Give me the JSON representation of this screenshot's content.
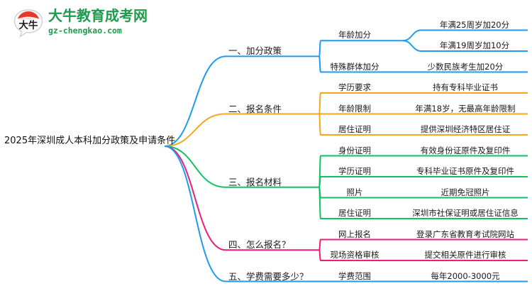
{
  "logo": {
    "mark_icon": "speech-bubble-logo-icon",
    "mark_text": "大牛",
    "title": "大牛教育成考网",
    "subtitle": "gz-chengkao.com",
    "brand_color": "#1e9b4c",
    "mark_accent_color": "#e8372c"
  },
  "mindmap": {
    "root": "2025年深圳成人本科加分政策及申请条件",
    "colors": {
      "blue": "#1f9bf0",
      "orange": "#f5a81c",
      "green": "#11c265",
      "pink": "#ed1e79"
    },
    "branches": [
      {
        "id": "jiafen-zhengce",
        "label": "一、加分政策",
        "color": "#1f9bf0",
        "children": [
          {
            "label": "年龄加分",
            "leaves": [
              "年满25周岁加20分",
              "年满19周岁加10分"
            ]
          },
          {
            "label": "特殊群体加分",
            "leaves": [
              "少数民族考生加20分"
            ]
          }
        ]
      },
      {
        "id": "baoming-tiaojian",
        "label": "二、报名条件",
        "color": "#f5a81c",
        "children": [
          {
            "label": "学历要求",
            "leaves": [
              "持有专科毕业证书"
            ]
          },
          {
            "label": "年龄限制",
            "leaves": [
              "年满18岁，无最高年龄限制"
            ]
          },
          {
            "label": "居住证明",
            "leaves": [
              "提供深圳经济特区居住证"
            ]
          }
        ]
      },
      {
        "id": "baoming-cailiao",
        "label": "三、报名材料",
        "color": "#11c265",
        "children": [
          {
            "label": "身份证明",
            "leaves": [
              "有效身份证原件及复印件"
            ]
          },
          {
            "label": "学历证明",
            "leaves": [
              "专科毕业证书原件及复印件"
            ]
          },
          {
            "label": "照片",
            "leaves": [
              "近期免冠照片"
            ]
          },
          {
            "label": "居住证明",
            "leaves": [
              "深圳市社保证明或居住证信息"
            ]
          }
        ]
      },
      {
        "id": "zenme-baoming",
        "label": "四、怎么报名？",
        "color": "#ed1e79",
        "children": [
          {
            "label": "网上报名",
            "leaves": [
              "登录广东省教育考试院网站"
            ]
          },
          {
            "label": "现场资格审核",
            "leaves": [
              "提交相关原件进行审核"
            ]
          }
        ]
      },
      {
        "id": "xuefei",
        "label": "五、学费需要多少？",
        "color": "#1f9bf0",
        "children": [
          {
            "label": "学费范围",
            "leaves": [
              "每年2000-3000元"
            ]
          }
        ]
      }
    ]
  }
}
